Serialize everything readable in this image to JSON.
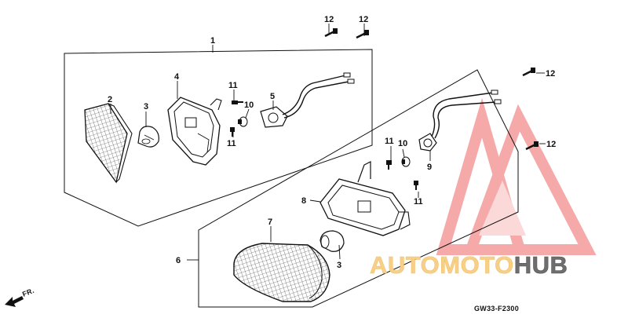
{
  "diagram": {
    "callouts": {
      "c1": "1",
      "c2": "2",
      "c3a": "3",
      "c3b": "3",
      "c4": "4",
      "c5": "5",
      "c6": "6",
      "c7": "7",
      "c8": "8",
      "c9": "9",
      "c10a": "10",
      "c10b": "10",
      "c11a": "11",
      "c11b": "11",
      "c11c": "11",
      "c11d": "11",
      "c12a": "12",
      "c12b": "12",
      "c12c": "12",
      "c12d": "12"
    },
    "direction_label": "FR.",
    "diagram_code": "GW33-F2300"
  },
  "watermark": {
    "part1": "AUTOMOTO",
    "part2": "HUB",
    "colors": {
      "accent": "#f6a8a8",
      "gold": "#f6d08a",
      "dark": "#5a5a5a"
    }
  }
}
